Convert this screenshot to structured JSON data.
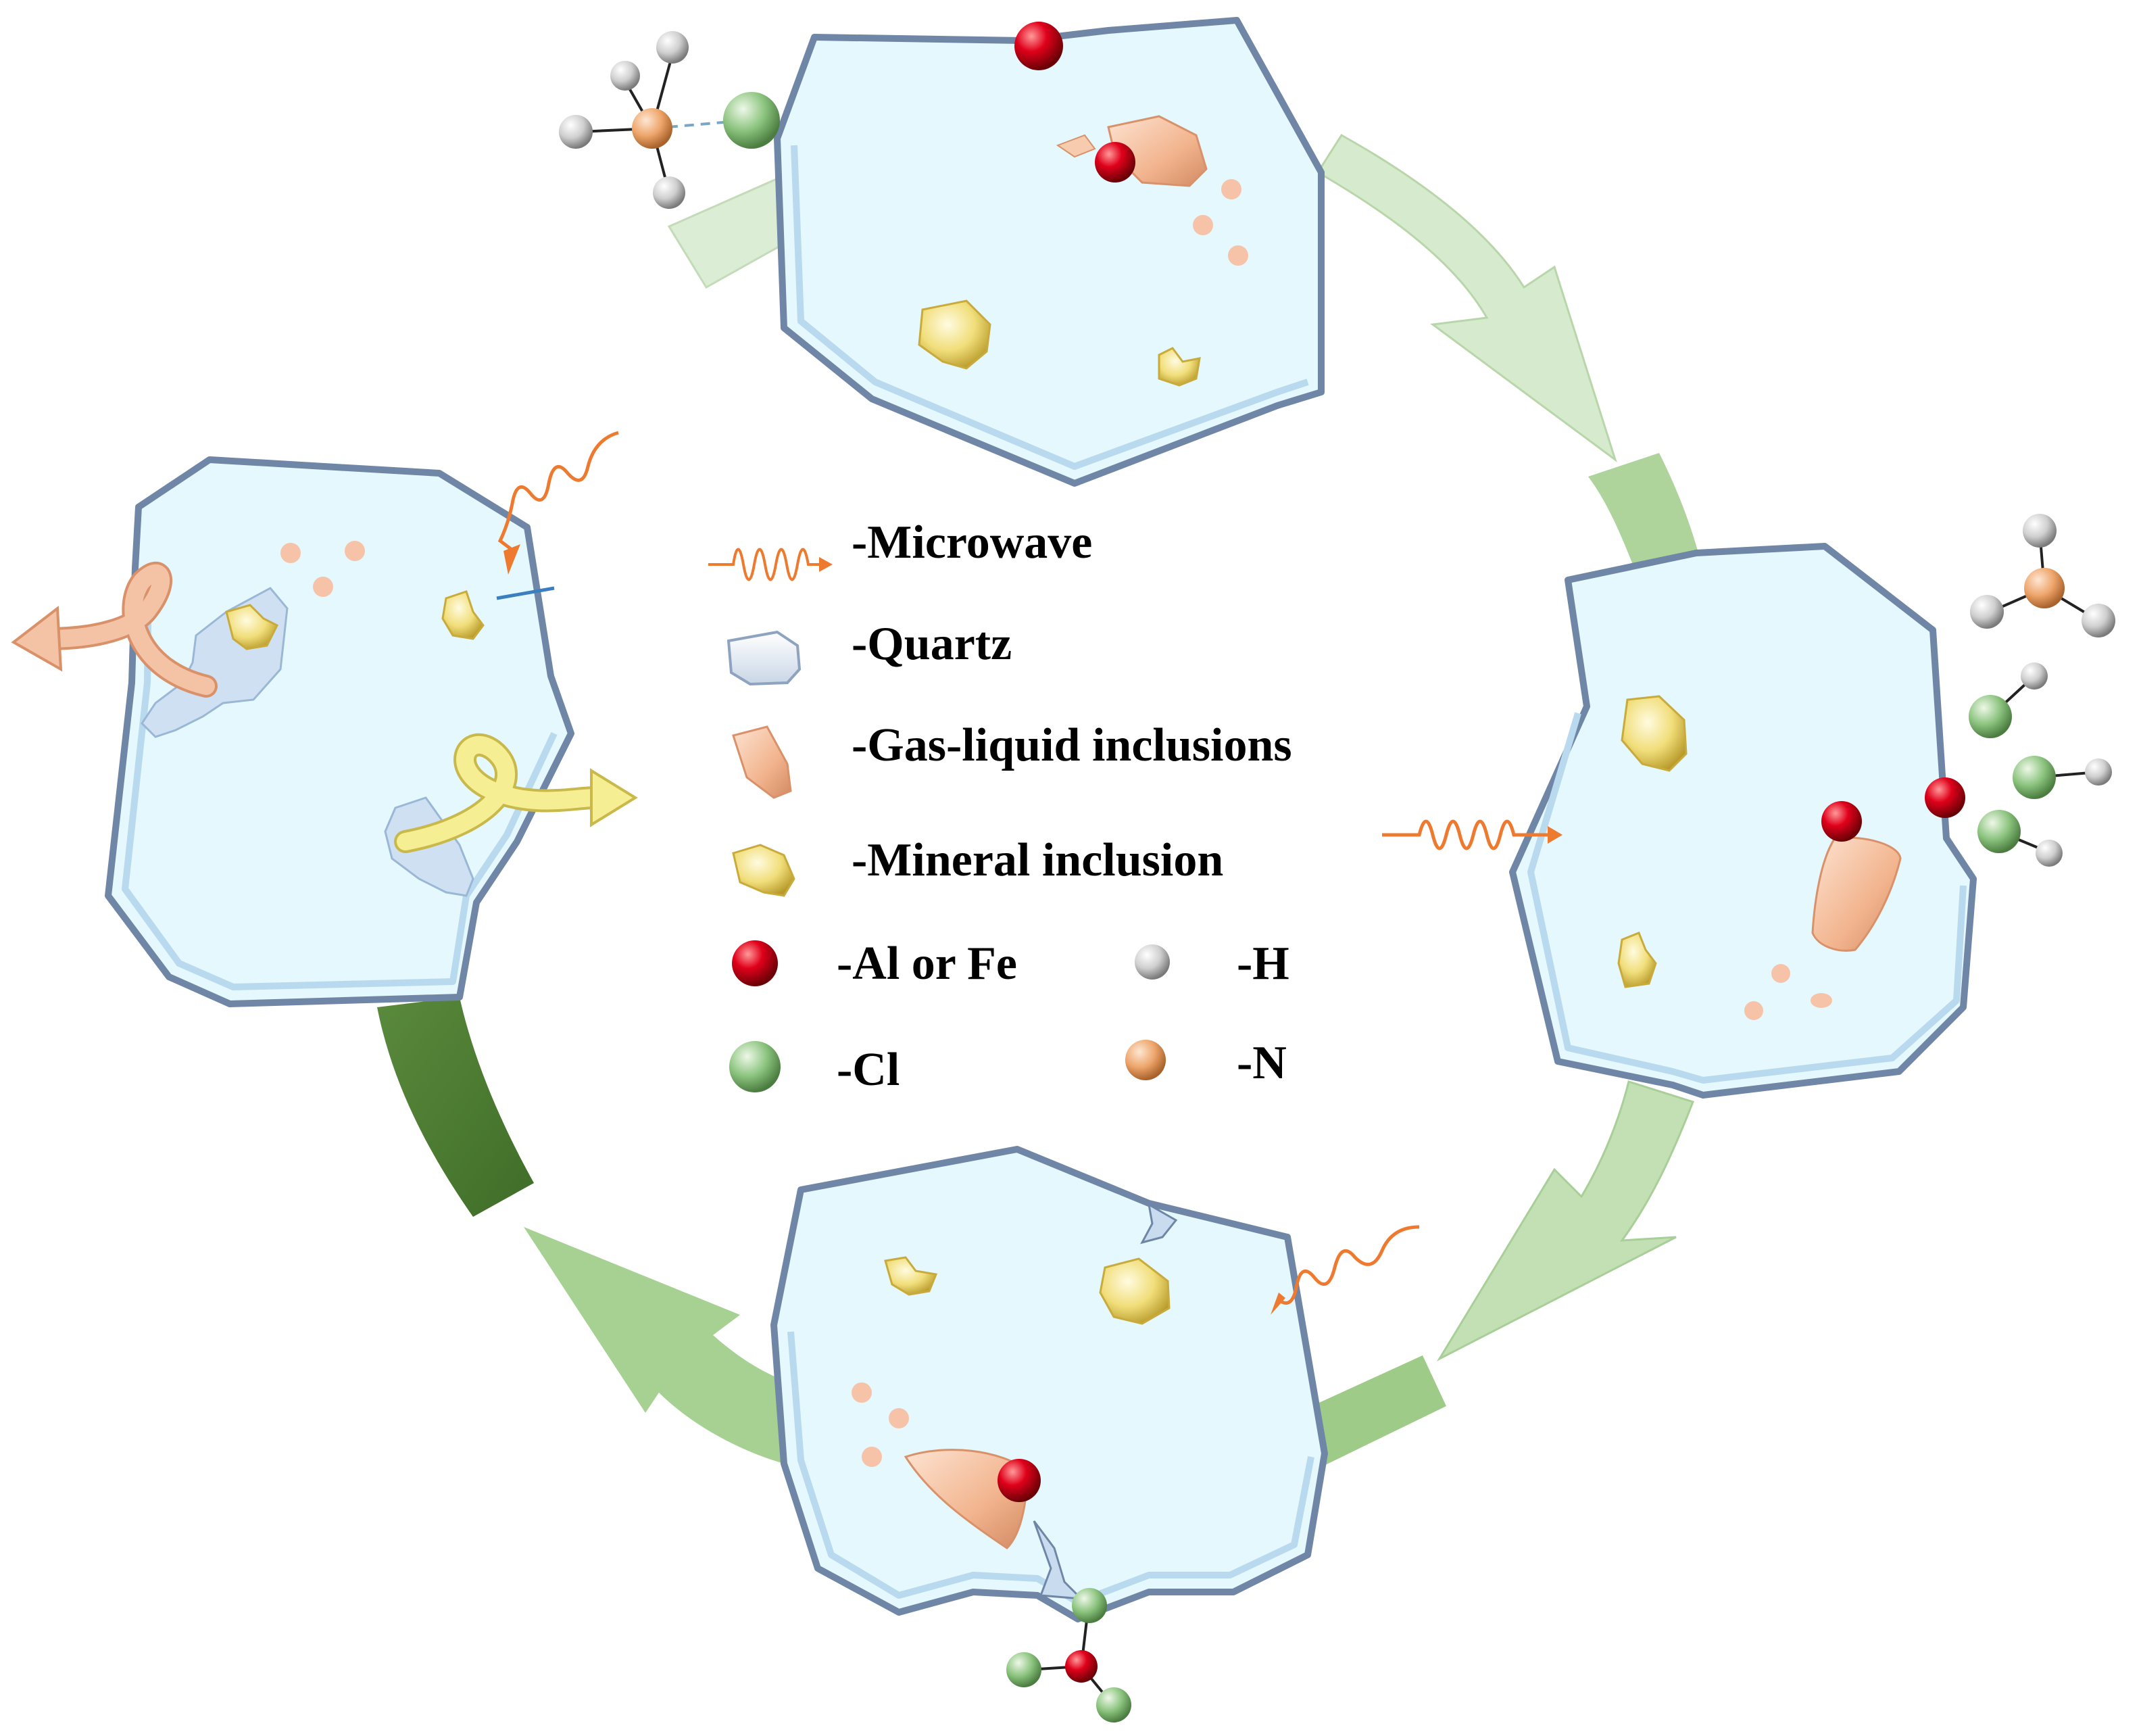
{
  "legend": {
    "microwave": "-Microwave",
    "quartz": "-Quartz",
    "gas_liquid_inclusions": "-Gas-liquid inclusions",
    "mineral_inclusion": "-Mineral inclusion",
    "al_or_fe": "-Al or Fe",
    "h": "-H",
    "cl": "-Cl",
    "n": "-N"
  },
  "colors": {
    "quartz_fill": "#e4f8fd",
    "quartz_edge": "#6f86a6",
    "al_fe": "#e0001b",
    "chlorine": "#86c07c",
    "nitrogen": "#eea56b",
    "hydrogen": "#d4d4d4",
    "gas_liquid": "#f2b48e",
    "mineral": "#f0de7a",
    "microwave": "#ee7a30",
    "arrow_light": "#cfe6c5",
    "arrow_mid": "#a6cf92",
    "arrow_dark": "#4f7f33"
  },
  "icons": [
    "microwave-wave-icon",
    "quartz-grain-icon",
    "gas-liquid-inclusion-icon",
    "mineral-inclusion-icon",
    "al-fe-atom-icon",
    "hydrogen-atom-icon",
    "chlorine-atom-icon",
    "nitrogen-atom-icon"
  ]
}
